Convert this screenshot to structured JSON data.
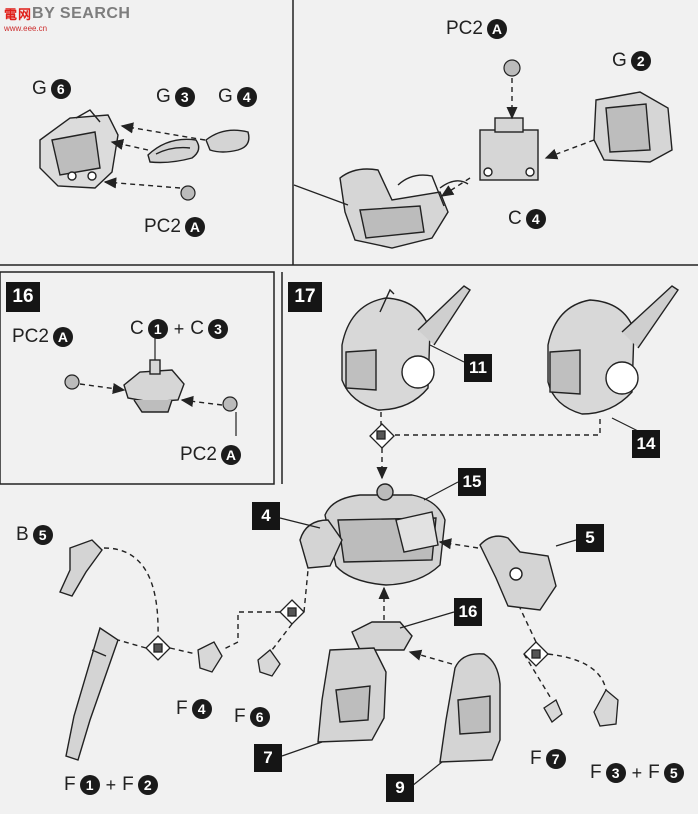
{
  "watermark": {
    "logo": "電",
    "logo_second": "网",
    "brand_tail": "BY SEARCH",
    "url": "www.eee.cn"
  },
  "steps": {
    "step16": "16",
    "step17": "17"
  },
  "part_labels": {
    "g6": {
      "letter": "G",
      "num": "6"
    },
    "g3": {
      "letter": "G",
      "num": "3"
    },
    "g4": {
      "letter": "G",
      "num": "4"
    },
    "pc2a_tl": {
      "letter": "PC2",
      "num": "A"
    },
    "pc2a_tr": {
      "letter": "PC2",
      "num": "A"
    },
    "g2": {
      "letter": "G",
      "num": "2"
    },
    "c4": {
      "letter": "C",
      "num": "4"
    },
    "pc2a_16l": {
      "letter": "PC2",
      "num": "A"
    },
    "c1c3": {
      "a_letter": "C",
      "a_num": "1",
      "plus": "+",
      "b_letter": "C",
      "b_num": "3"
    },
    "pc2a_16r": {
      "letter": "PC2",
      "num": "A"
    },
    "b5": {
      "letter": "B",
      "num": "5"
    },
    "f4": {
      "letter": "F",
      "num": "4"
    },
    "f6": {
      "letter": "F",
      "num": "6"
    },
    "f7": {
      "letter": "F",
      "num": "7"
    },
    "f1f2": {
      "a_letter": "F",
      "a_num": "1",
      "plus": "+",
      "b_letter": "F",
      "b_num": "2"
    },
    "f3f5": {
      "a_letter": "F",
      "a_num": "3",
      "plus": "+",
      "b_letter": "F",
      "b_num": "5"
    }
  },
  "assembly_numbers": {
    "n11": "11",
    "n14": "14",
    "n15": "15",
    "n4": "4",
    "n5": "5",
    "n16": "16",
    "n7": "7",
    "n9": "9"
  },
  "colors": {
    "ink": "#1b1b1b",
    "paper": "#f1f1f1",
    "watermark_red": "#e0201b"
  }
}
